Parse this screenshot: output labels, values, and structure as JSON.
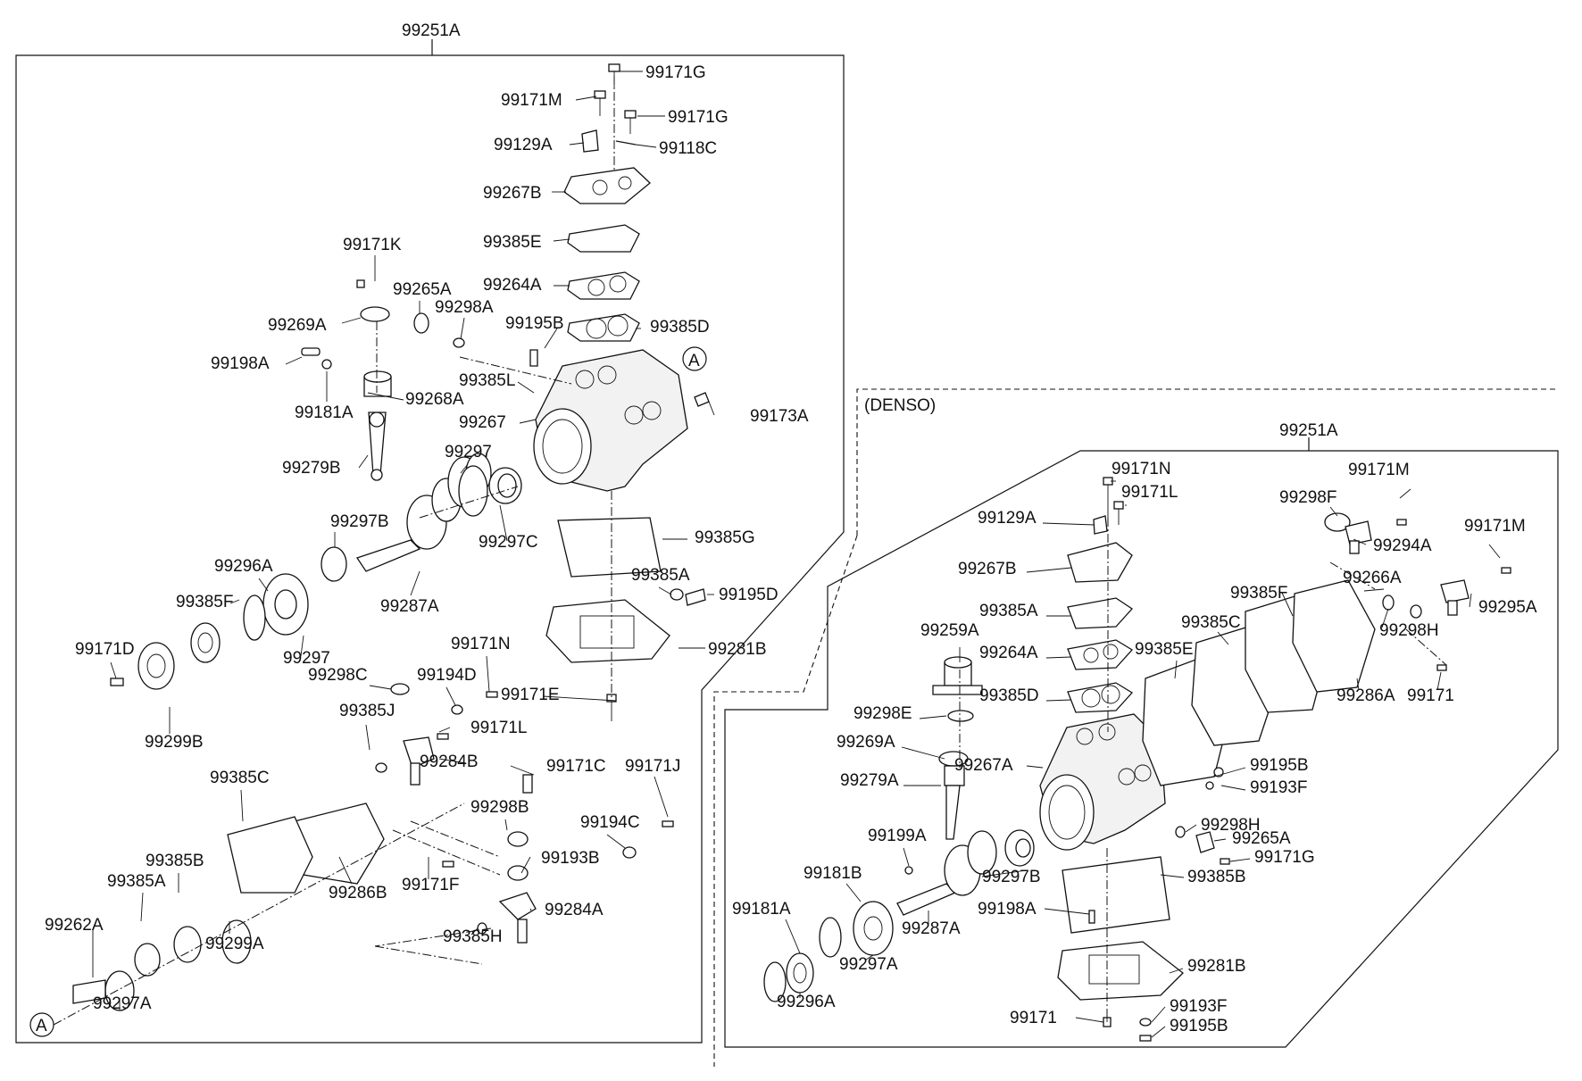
{
  "main_assembly": {
    "label": "99251A"
  },
  "denso_section": {
    "title": "(DENSO)",
    "assembly_label": "99251A"
  },
  "ref_mark": "A",
  "left_labels": [
    "99171G",
    "99171M",
    "99171G",
    "99129A",
    "99118C",
    "99267B",
    "99385E",
    "99171K",
    "99264A",
    "99265A",
    "99298A",
    "99269A",
    "99195B",
    "99385D",
    "99198A",
    "99385L",
    "99173A",
    "99181A",
    "99268A",
    "99267",
    "99297",
    "99279B",
    "99297B",
    "99297C",
    "99385G",
    "99296A",
    "99385F",
    "99287A",
    "99385A",
    "99195D",
    "99297",
    "99171D",
    "99281B",
    "99171N",
    "99298C",
    "99194D",
    "99171E",
    "99299B",
    "99385J",
    "99171L",
    "99284B",
    "99171C",
    "99171J",
    "99385C",
    "99298B",
    "99194C",
    "99193B",
    "99286B",
    "99171F",
    "99385B",
    "99385A",
    "99284A",
    "99262A",
    "99299A",
    "99385H",
    "99297A"
  ],
  "right_labels": [
    "99171N",
    "99171L",
    "99171M",
    "99298F",
    "99129A",
    "99171M",
    "99294A",
    "99267B",
    "99266A",
    "99385F",
    "99295A",
    "99385A",
    "99385C",
    "99298H",
    "99259A",
    "99264A",
    "99385E",
    "99286A",
    "99171",
    "99385D",
    "99298E",
    "99269A",
    "99195B",
    "99267A",
    "99193F",
    "99279A",
    "99298H",
    "99265A",
    "99199A",
    "99171G",
    "99181B",
    "99297B",
    "99385B",
    "99198A",
    "99181A",
    "99287A",
    "99297A",
    "99281B",
    "99296A",
    "99193F",
    "99171",
    "99195B"
  ]
}
